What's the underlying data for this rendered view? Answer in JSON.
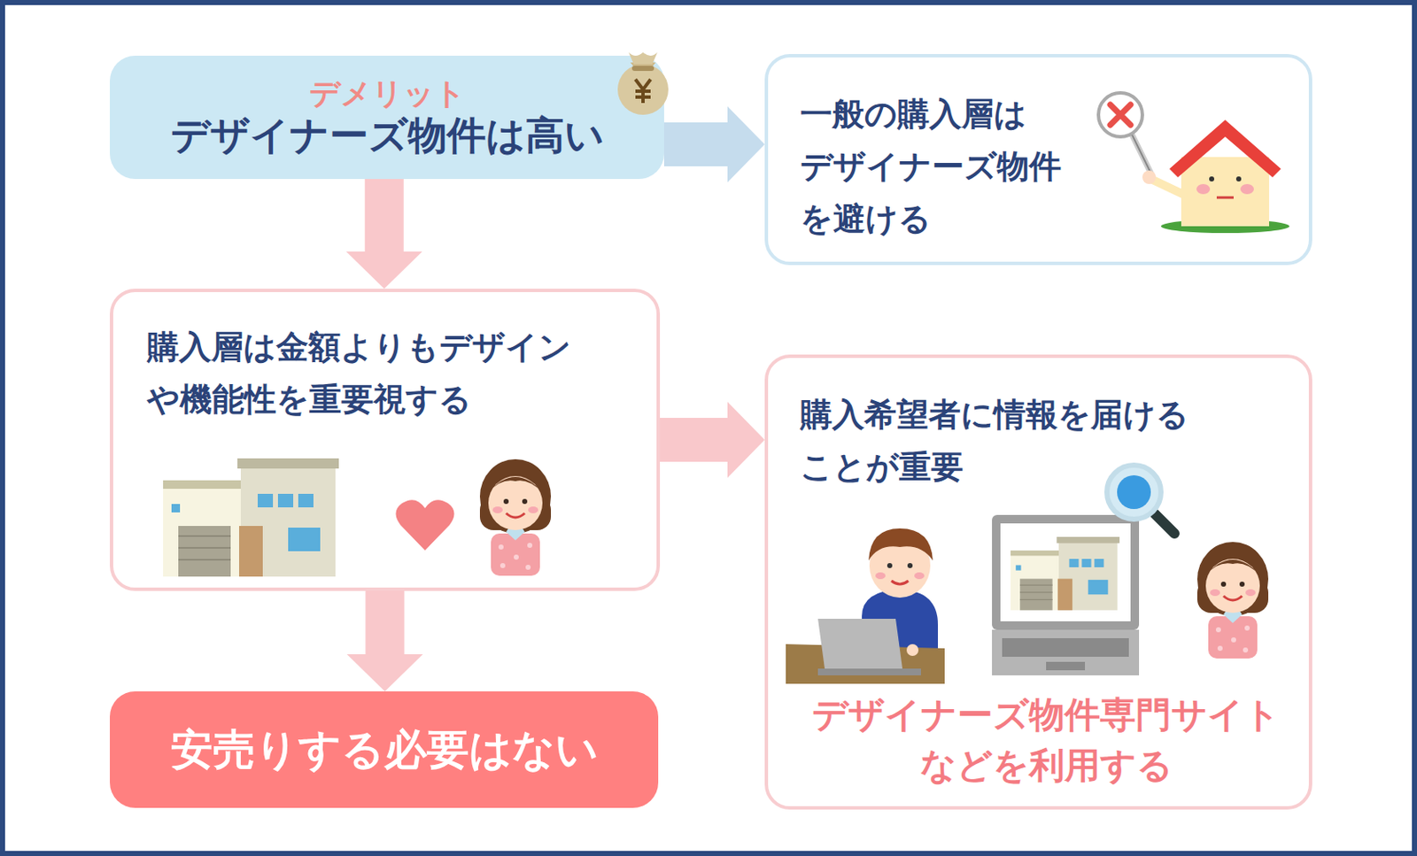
{
  "diagram": {
    "nodes": [
      {
        "text": [
          "デメリット",
          "デザイナーズ物件は高い"
        ]
      },
      {
        "text": [
          "一般の購入層は デザイナーズ物件 を避ける"
        ]
      },
      {
        "text": [
          "購入層は金額よりもデザイン や機能性を重要視する"
        ]
      },
      {
        "text": [
          "購入希望者に情報を届ける ことが重要",
          "デザイナーズ物件専門サイト などを利用する"
        ]
      },
      {
        "text": [
          "安売りする必要はない"
        ]
      }
    ],
    "edges": [
      {
        "from": 0,
        "to": 1,
        "arrow": "to"
      },
      {
        "from": 0,
        "to": 2,
        "arrow": "to"
      },
      {
        "from": 2,
        "to": 3,
        "arrow": "to"
      },
      {
        "from": 2,
        "to": 4,
        "arrow": "to"
      }
    ]
  }
}
